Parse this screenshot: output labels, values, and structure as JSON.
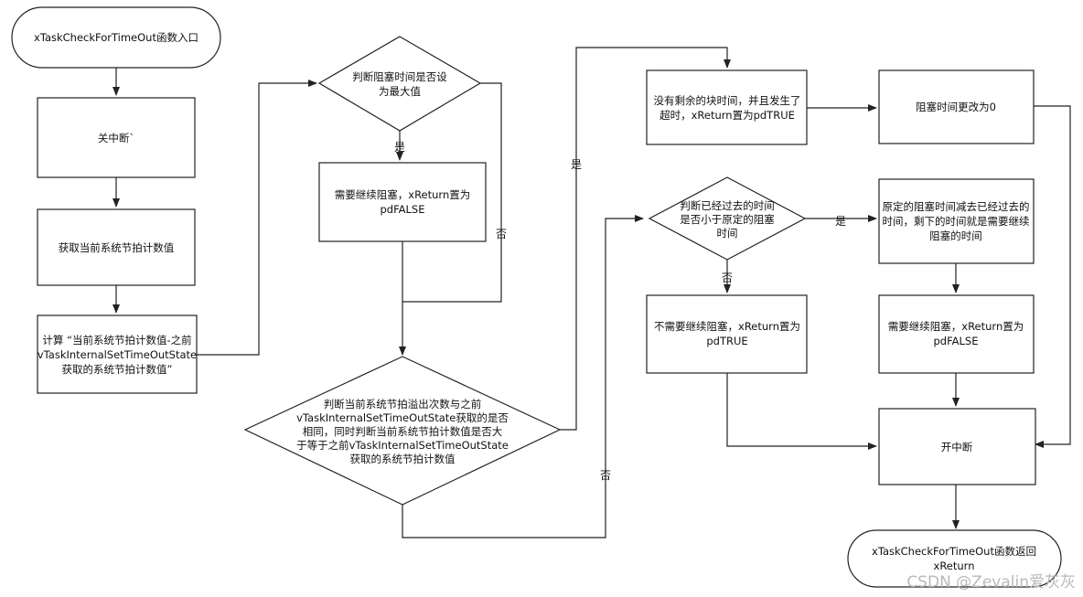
{
  "nodes": {
    "start": [
      "xTaskCheckForTimeOut函数入口"
    ],
    "disable_int": [
      "关中断`"
    ],
    "get_tick": [
      "获取当前系统节拍计数值"
    ],
    "calc": [
      "计算 “当前系统节拍计数值-之前",
      "vTaskInternalSetTimeOutState",
      "获取的系统节拍计数值”"
    ],
    "check_max": [
      "判断阻塞时间是否设",
      "为最大值"
    ],
    "need_block_1": [
      "需要继续阻塞，xReturn置为",
      "pdFALSE"
    ],
    "check_overflow": [
      "判断当前系统节拍溢出次数与之前",
      "vTaskInternalSetTimeOutState获取的是否",
      "相同，同时判断当前系统节拍计数值是否大",
      "于等于之前vTaskInternalSetTimeOutState",
      "获取的系统节拍计数值"
    ],
    "no_time_left": [
      "没有剩余的块时间，并且发生了",
      "超时，xReturn置为pdTRUE"
    ],
    "set_zero": [
      "阻塞时间更改为0"
    ],
    "check_elapsed": [
      "判断已经过去的时间",
      "是否小于原定的阻塞",
      "时间"
    ],
    "remaining": [
      "原定的阻塞时间减去已经过去的",
      "时间，剩下的时间就是需要继续",
      "阻塞的时间"
    ],
    "no_need_block": [
      "不需要继续阻塞，xReturn置为",
      "pdTRUE"
    ],
    "need_block_2": [
      "需要继续阻塞，xReturn置为",
      "pdFALSE"
    ],
    "enable_int": [
      "开中断"
    ],
    "end": [
      "xTaskCheckForTimeOut函数返回",
      "xReturn"
    ]
  },
  "edge_labels": {
    "yes_max": "是",
    "no_max": "否",
    "yes_overflow": "是",
    "no_overflow": "否",
    "yes_elapsed": "是",
    "no_elapsed": "否"
  },
  "watermark": "CSDN @Zevalin爱灰灰"
}
